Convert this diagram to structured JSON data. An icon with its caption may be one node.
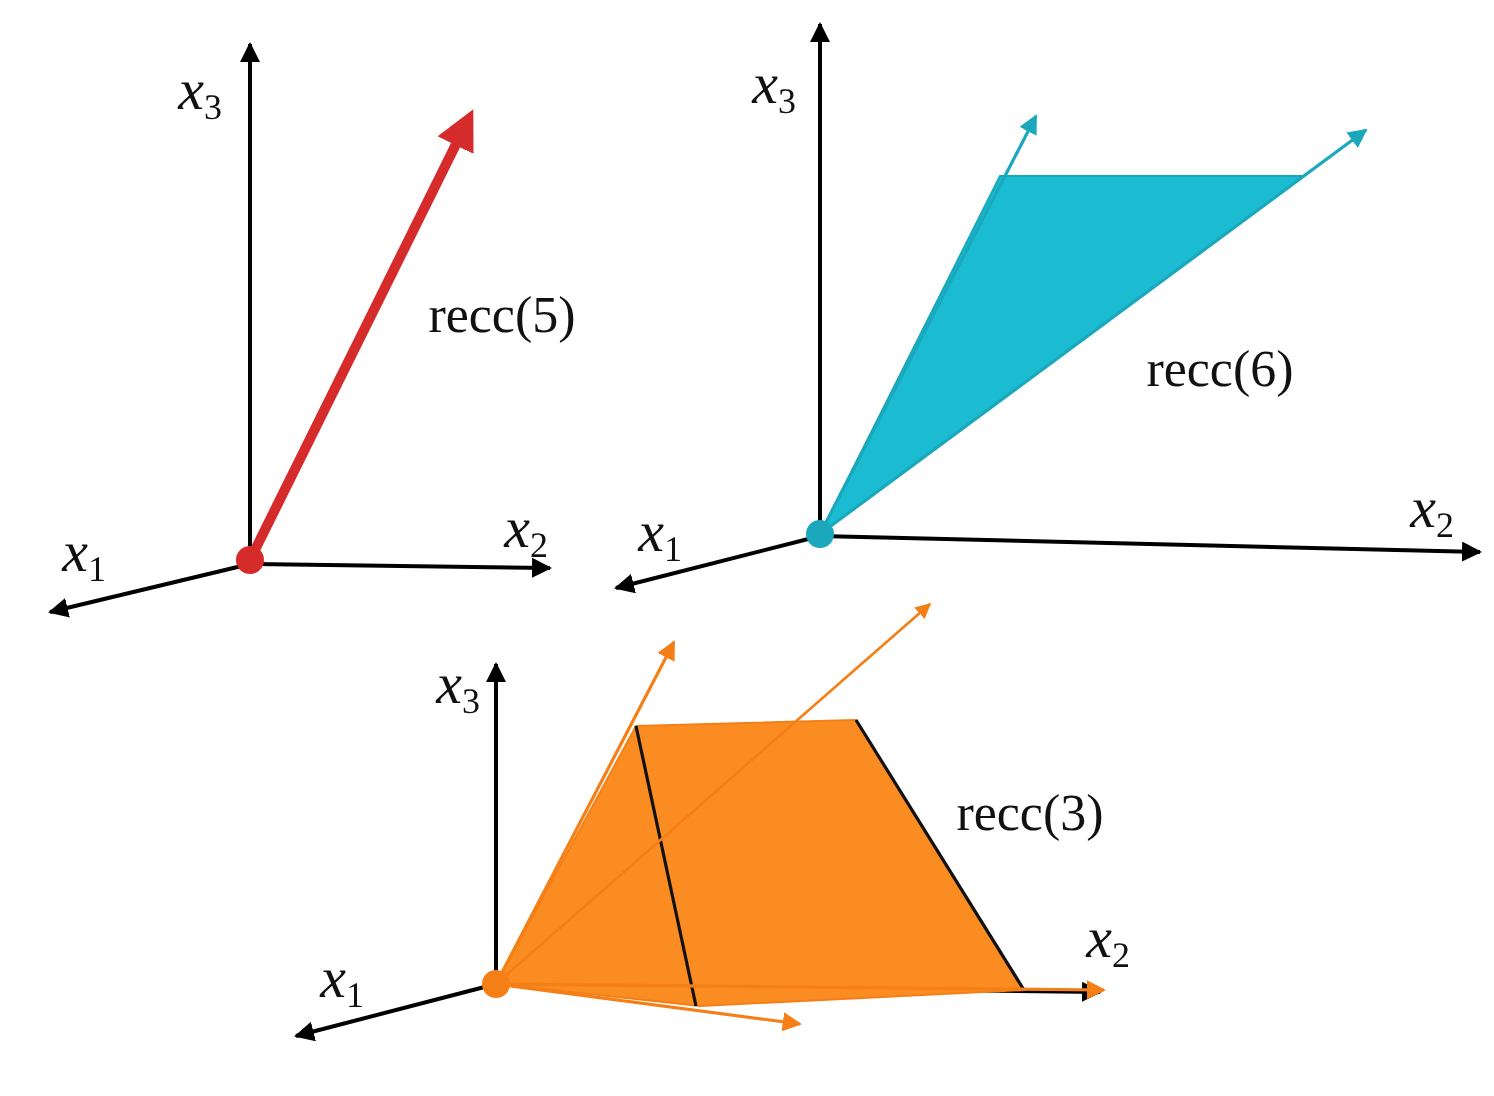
{
  "diagram": {
    "labels": [
      "*x*$_{3}$",
      "*x*$_{3}$",
      "recc(5)",
      "recc(6)",
      "*x*$_{2}$",
      "*x*$_{2}$",
      "*x*$_{1}$",
      "*x*$_{1}$",
      "*x*$_{3}$",
      "recc(3)",
      "*x*$_{2}$",
      "*x*$_{1}$"
    ]
  }
}
